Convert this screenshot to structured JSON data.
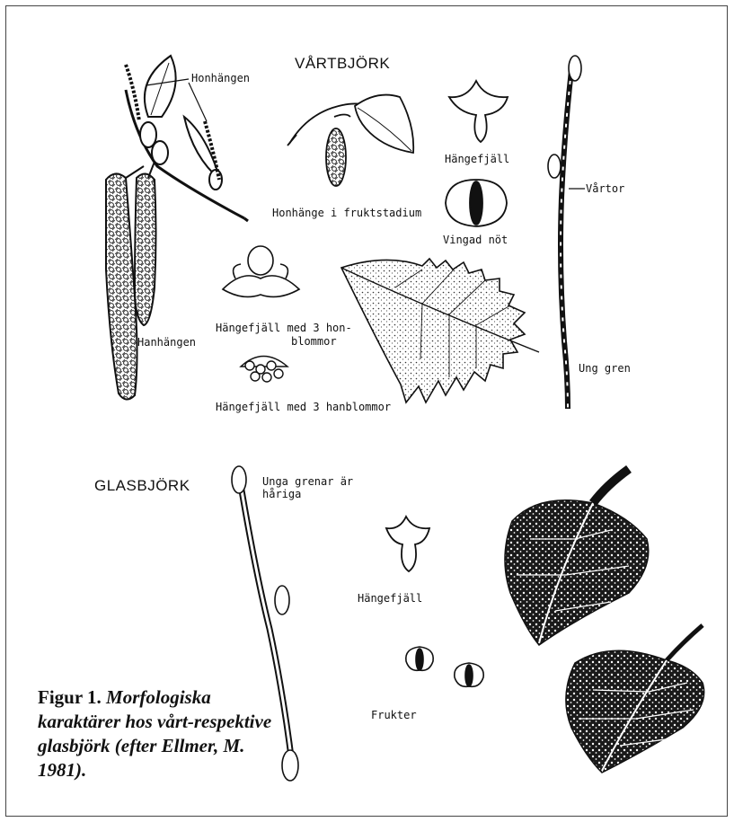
{
  "figure": {
    "headings": {
      "top": "VÅRTBJÖRK",
      "bottom": "GLASBJÖRK"
    },
    "labels": {
      "honhangen": "Honhängen",
      "hanhangen": "Hanhängen",
      "honhange_frukt": "Honhänge i fruktstadium",
      "hangefjall_top": "Hängefjäll",
      "vingad_not": "Vingad nöt",
      "vartor": "Vårtor",
      "ung_gren": "Ung gren",
      "hangefjall_hon_line1": "Hängefjäll med 3 hon-",
      "hangefjall_hon_line2": "blommor",
      "hangefjall_han": "Hängefjäll med 3 hanblommor",
      "unga_grenar_line1": "Unga grenar är",
      "unga_grenar_line2": "håriga",
      "hangefjall_bottom": "Hängefjäll",
      "frukter": "Frukter"
    },
    "caption": {
      "lead": "Figur 1.",
      "text": "Morfologiska karaktärer hos vårt-respektive glasbjörk (efter Ellmer, M. 1981)."
    }
  }
}
